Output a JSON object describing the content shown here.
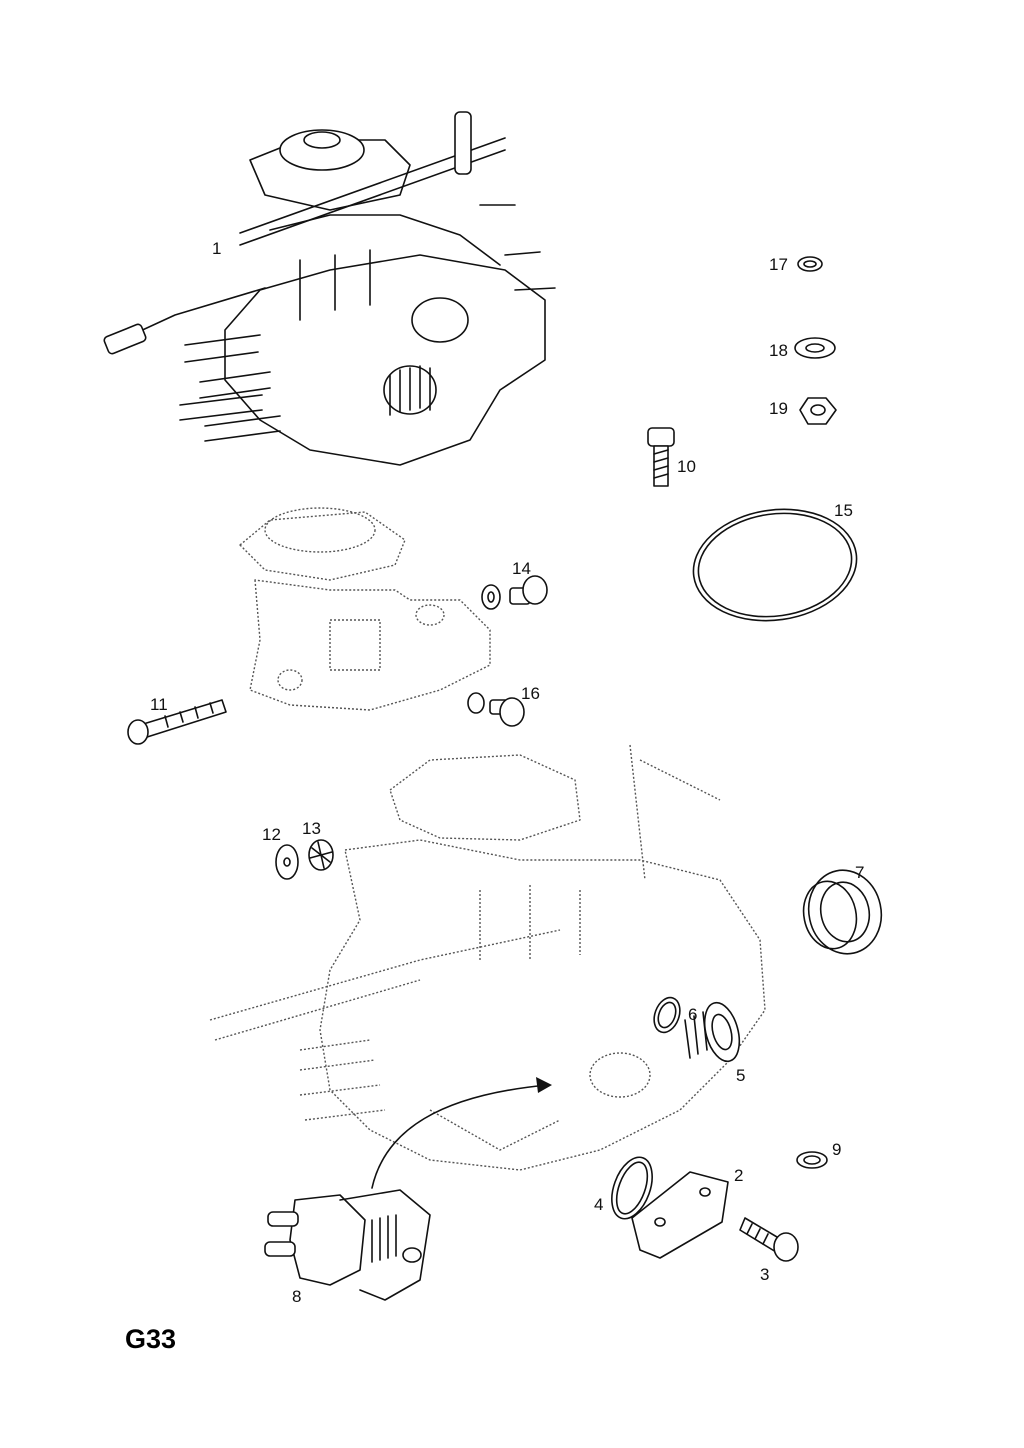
{
  "diagram": {
    "page_code": "G33",
    "callouts": {
      "n1": "1",
      "n2": "2",
      "n3": "3",
      "n4": "4",
      "n5": "5",
      "n6": "6",
      "n7": "7",
      "n8": "8",
      "n9": "9",
      "n10": "10",
      "n11": "11",
      "n12": "12",
      "n13": "13",
      "n14": "14",
      "n15": "15",
      "n16": "16",
      "n17": "17",
      "n18": "18",
      "n19": "19"
    }
  }
}
